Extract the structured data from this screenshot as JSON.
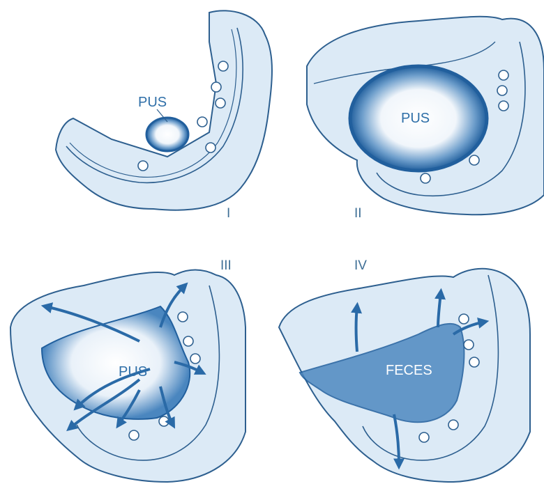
{
  "panels": [
    {
      "id": "I",
      "numeral": "I",
      "label": "PUS"
    },
    {
      "id": "II",
      "numeral": "II",
      "label": "PUS"
    },
    {
      "id": "III",
      "numeral": "III",
      "label": "PUS"
    },
    {
      "id": "IV",
      "numeral": "IV",
      "label": "FECES"
    }
  ],
  "colors": {
    "colon_fill": "#dceaf6",
    "outline": "#2d5f8f",
    "pus_dark": "#2a6aa7"
  }
}
